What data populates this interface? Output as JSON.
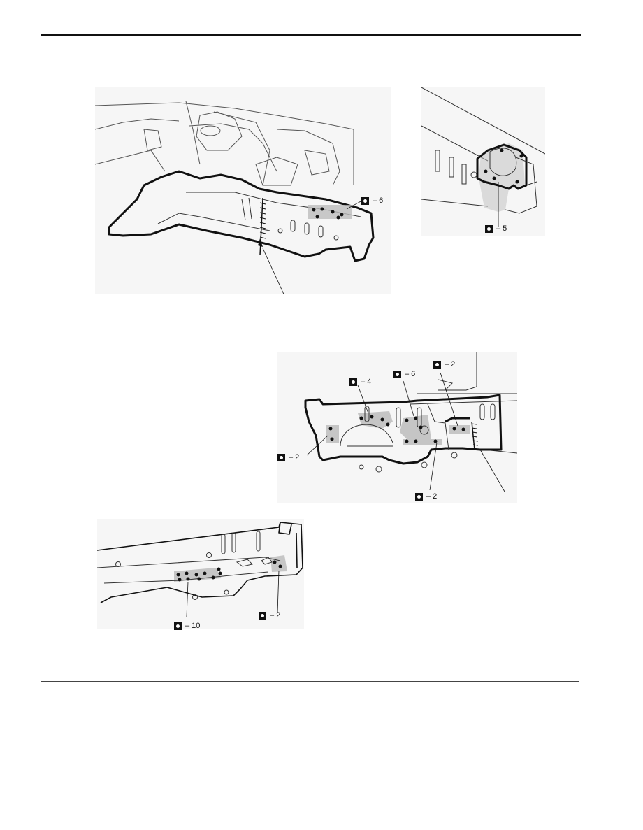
{
  "callouts": {
    "p1_6": "– 6",
    "p2_5": "– 5",
    "p3_4": "– 4",
    "p3_6": "– 6",
    "p3_2_top": "– 2",
    "p3_2_left": "– 2",
    "p3_2_bottom": "– 2",
    "p4_10": "– 10",
    "p4_2": "– 2"
  },
  "icons": {
    "spot_weld": "spot-weld-symbol-icon"
  },
  "colors": {
    "line": "#111111",
    "highlight": "#bdbdbd",
    "panel_bg": "#f6f6f6"
  }
}
